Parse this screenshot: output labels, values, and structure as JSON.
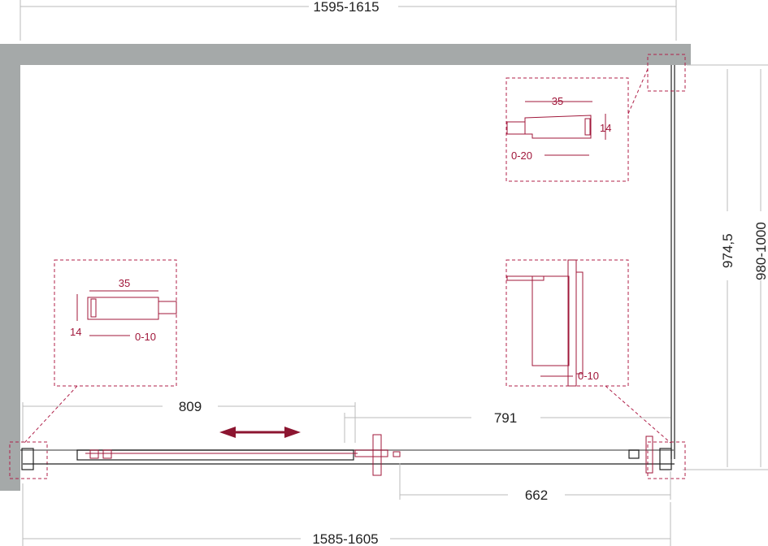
{
  "dimensions": {
    "top_width": "1595-1615",
    "bottom_width": "1585-1605",
    "height_inner": "974,5",
    "height_outer": "980-1000",
    "door_width": "809",
    "fixed_width": "791",
    "fixed_panel_width": "662"
  },
  "details": {
    "top_right": {
      "width": "35",
      "height": "14",
      "adjust": "0-20"
    },
    "left": {
      "width": "35",
      "height": "14",
      "adjust": "0-10"
    },
    "right": {
      "adjust": "0-10"
    }
  },
  "colors": {
    "accent": "#a0173a",
    "wall": "#a5a9a9"
  }
}
